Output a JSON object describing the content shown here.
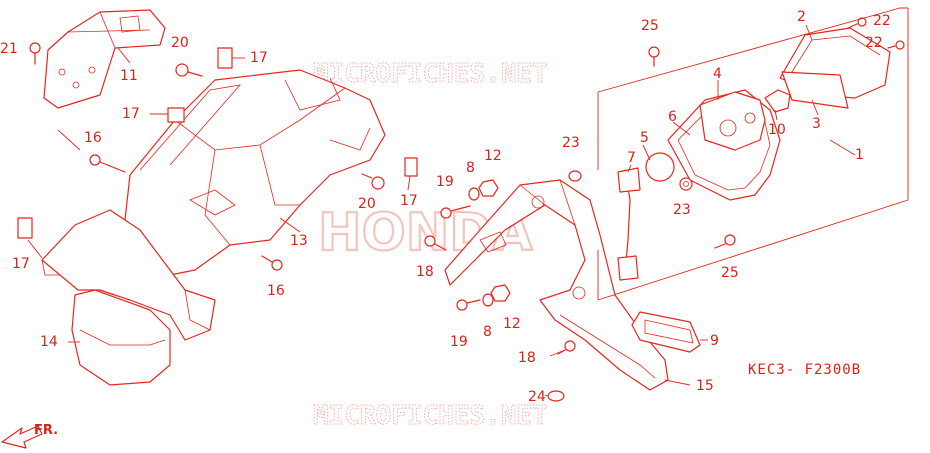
{
  "watermarks": {
    "top": "MICROFICHES.NET",
    "bottom": "MICROFICHES.NET",
    "center": "HONDA"
  },
  "diagram_code": "KEC3- F2300B",
  "direction_label": "FR.",
  "callouts": [
    {
      "id": "c1",
      "label": "1"
    },
    {
      "id": "c2",
      "label": "2"
    },
    {
      "id": "c3",
      "label": "3"
    },
    {
      "id": "c4",
      "label": "4"
    },
    {
      "id": "c5",
      "label": "5"
    },
    {
      "id": "c6",
      "label": "6"
    },
    {
      "id": "c7",
      "label": "7"
    },
    {
      "id": "c8a",
      "label": "8"
    },
    {
      "id": "c8b",
      "label": "8"
    },
    {
      "id": "c9",
      "label": "9"
    },
    {
      "id": "c10",
      "label": "10"
    },
    {
      "id": "c11",
      "label": "11"
    },
    {
      "id": "c12a",
      "label": "12"
    },
    {
      "id": "c12b",
      "label": "12"
    },
    {
      "id": "c13",
      "label": "13"
    },
    {
      "id": "c14",
      "label": "14"
    },
    {
      "id": "c15",
      "label": "15"
    },
    {
      "id": "c16a",
      "label": "16"
    },
    {
      "id": "c16b",
      "label": "16"
    },
    {
      "id": "c17a",
      "label": "17"
    },
    {
      "id": "c17b",
      "label": "17"
    },
    {
      "id": "c17c",
      "label": "17"
    },
    {
      "id": "c17d",
      "label": "17"
    },
    {
      "id": "c18a",
      "label": "18"
    },
    {
      "id": "c18b",
      "label": "18"
    },
    {
      "id": "c19a",
      "label": "19"
    },
    {
      "id": "c19b",
      "label": "19"
    },
    {
      "id": "c20a",
      "label": "20"
    },
    {
      "id": "c20b",
      "label": "20"
    },
    {
      "id": "c21",
      "label": "21"
    },
    {
      "id": "c22a",
      "label": "22"
    },
    {
      "id": "c22b",
      "label": "22"
    },
    {
      "id": "c23a",
      "label": "23"
    },
    {
      "id": "c23b",
      "label": "23"
    },
    {
      "id": "c24",
      "label": "24"
    },
    {
      "id": "c25a",
      "label": "25"
    },
    {
      "id": "c25b",
      "label": "25"
    }
  ]
}
